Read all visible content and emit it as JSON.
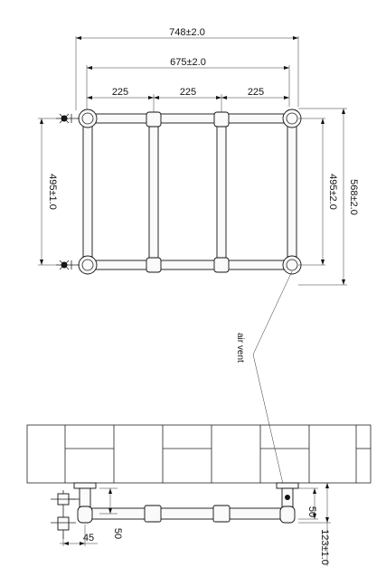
{
  "drawing": {
    "dimensions": {
      "overall_width": "748±2.0",
      "centre_width": "675±2.0",
      "spacing": [
        "225",
        "225",
        "225"
      ],
      "left_height": "495±1.0",
      "right_inner_height": "495±2.0",
      "right_overall_height": "568±2.0",
      "side_offset": "45",
      "side_pipe": "50",
      "side_pipe_right": "50",
      "wall_offset": "123±1.0"
    },
    "labels": {
      "air_vent": "air vent"
    }
  }
}
